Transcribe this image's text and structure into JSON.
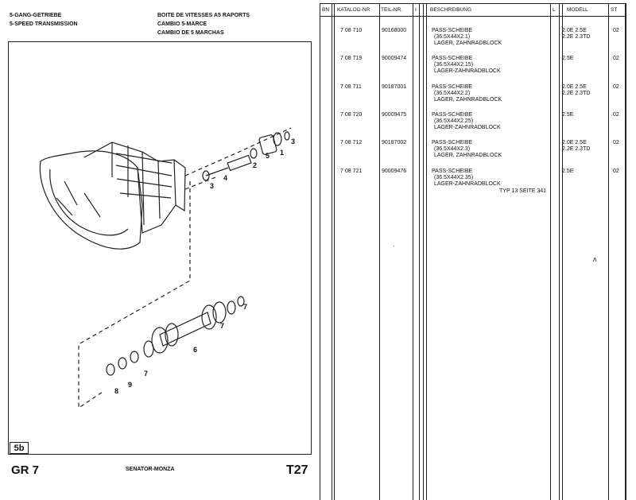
{
  "left_header": {
    "de": "5-GANG-GETRIEBE",
    "en": "5-SPEED TRANSMISSION",
    "fr": "BOITE DE VITESSES A5 RAPORTS",
    "fr2": "CAMBIO 5-MARCE",
    "es": "CAMBIO DE 5 MARCHAS"
  },
  "figure": {
    "tag": "5b",
    "callouts": [
      "1",
      "2",
      "3",
      "3",
      "4",
      "5",
      "6",
      "7",
      "7",
      "7",
      "8",
      "9"
    ]
  },
  "footer": {
    "group": "GR 7",
    "model": "SENATOR-MONZA",
    "page": "T27"
  },
  "table": {
    "headers": {
      "bn": "BN",
      "katalog": "KATALOG-NR",
      "teil": "TEIL-NR.",
      "i": "I",
      "beschreibung": "BESCHREIBUNG",
      "l": "L",
      "modell": "MODELL",
      "st": "ST"
    },
    "rows": [
      {
        "katalog": "7 08 710",
        "teil": "90168000",
        "desc": [
          "PASS-SCHEIBE",
          "(36.5X44X2.1)",
          "LAGER, ZAHNRADBLOCK"
        ],
        "modell": [
          "2.0E  2.5E",
          "2.2E  2.3TD"
        ],
        "st": "02"
      },
      {
        "katalog": "7 08 719",
        "teil": "90009474",
        "desc": [
          "PASS-SCHEIBE",
          "(36.5X44X2.15)",
          "LAGER-ZAHNRADBLOCK"
        ],
        "modell": [
          "2.5E"
        ],
        "st": "02"
      },
      {
        "katalog": "7 08 711",
        "teil": "90187001",
        "desc": [
          "PASS-SCHEIBE",
          "(36.5X44X2.2)",
          "LAGER, ZAHNRADBLOCK"
        ],
        "modell": [
          "2.0E  2.5E",
          "2.2E  2.3TD"
        ],
        "st": "02"
      },
      {
        "katalog": "7 08 720",
        "teil": "90009475",
        "desc": [
          "PASS-SCHEIBE",
          "(36.5X44X2.25)",
          "LAGER-ZAHNRADBLOCK"
        ],
        "modell": [
          "2.5E"
        ],
        "st": "02"
      },
      {
        "katalog": "7 08 712",
        "teil": "90187002",
        "desc": [
          "PASS-SCHEIBE",
          "(36.5X44X2.3)",
          "LAGER, ZAHNRADBLOCK"
        ],
        "modell": [
          "2.0E  2.5E",
          "2.2E  2.3TD"
        ],
        "st": "02"
      },
      {
        "katalog": "7 08 721",
        "teil": "90009476",
        "desc": [
          "PASS-SCHEIBE",
          "(36.5X44X2.35)",
          "LAGER-ZAHNRADBLOCK"
        ],
        "modell": [
          "2.5E"
        ],
        "st": "02"
      }
    ],
    "footnote": "TYP  13  SEITE  341"
  },
  "stray_mark": "ʌ"
}
